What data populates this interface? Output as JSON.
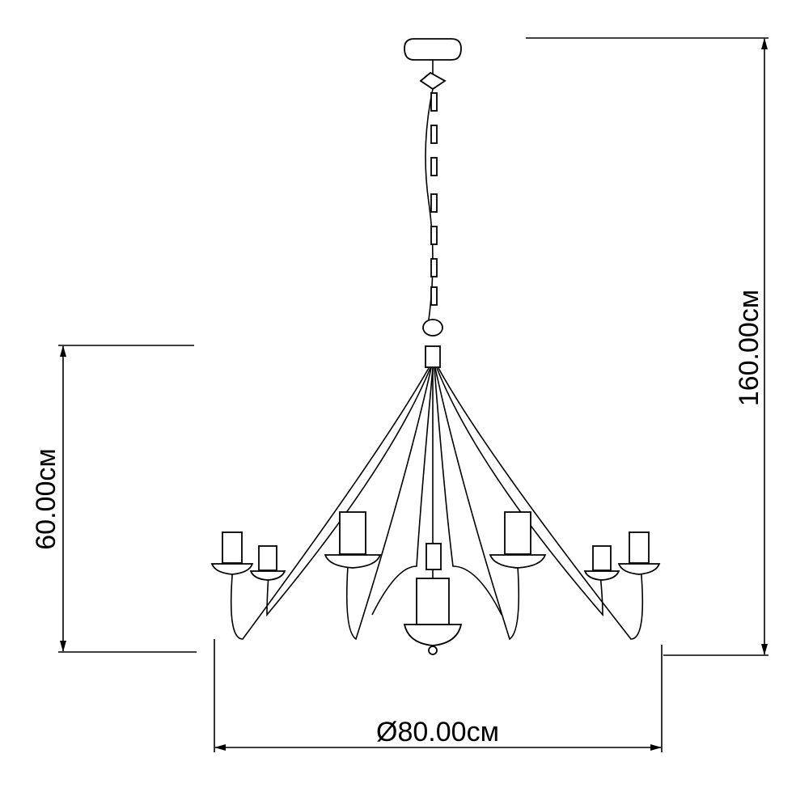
{
  "drawing": {
    "subject": "chandelier",
    "dimensions": {
      "total_height": "160.00см",
      "body_height": "60.00см",
      "diameter": "Ø80.00см"
    }
  }
}
